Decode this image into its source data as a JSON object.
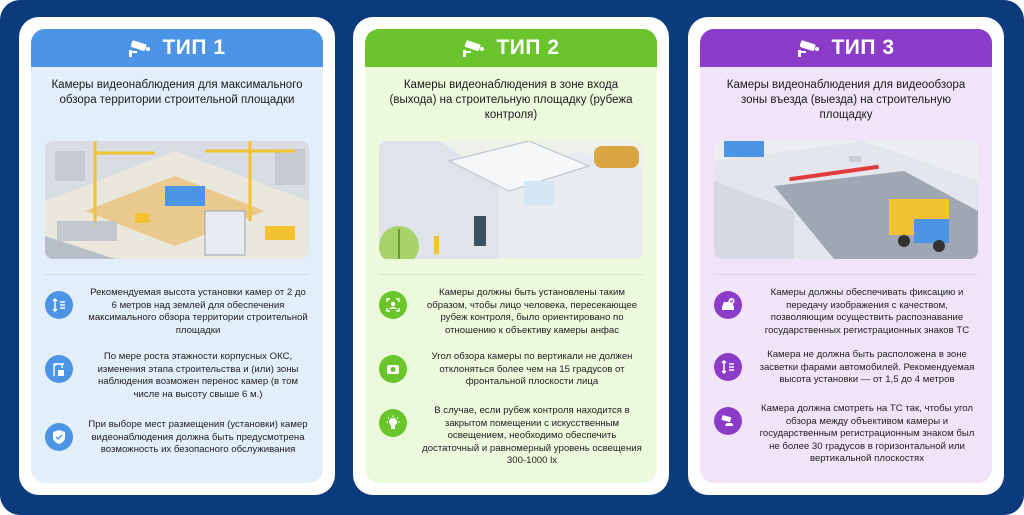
{
  "colors": {
    "frame": "#0c3b7d",
    "type1": "#4b94e6",
    "type2": "#6ac42b",
    "type3": "#8b3cc9"
  },
  "cards": [
    {
      "title": "ТИП 1",
      "subtitle": "Камеры видеонаблюдения для максимального обзора территории строительной площадки",
      "items": [
        {
          "icon": "height-arrows-icon",
          "text": "Рекомендуемая высота установки камер от 2 до 6 метров над землей для обеспечения максимального обзора территории строительной площадки"
        },
        {
          "icon": "crane-building-icon",
          "text": "По мере роста этажности корпусных ОКС, изменения этапа строительства и (или) зоны наблюдения возможен перенос камер (в том числе на высоту свыше 6 м.)"
        },
        {
          "icon": "shield-check-icon",
          "text": "При выборе мест размещения (установки) камер видеонаблюдения должна быть предусмотрена возможность их безопасного обслуживания"
        }
      ]
    },
    {
      "title": "ТИП 2",
      "subtitle": "Камеры видеонаблюдения в зоне входа (выхода) на строительную площадку (рубежа контроля)",
      "items": [
        {
          "icon": "face-scan-icon",
          "text": "Камеры должны быть установлены таким образом, чтобы лицо человека, пересекающее рубеж контроля, было ориентировано по отношению к объективу камеры анфас"
        },
        {
          "icon": "camera-angle-icon",
          "text": "Угол обзора камеры по вертикали не должен отклоняться более чем на 15 градусов от фронтальной плоскости лица"
        },
        {
          "icon": "light-bulb-icon",
          "text": "В случае, если рубеж контроля находится в закрытом помещении с искусственным освещением, необходимо обеспечить достаточный  и равномерный уровень освещения 300-1000 lx"
        }
      ]
    },
    {
      "title": "ТИП 3",
      "subtitle": "Камеры видеонаблюдения для видеообзора зоны въезда (выезда) на строительную площадку",
      "items": [
        {
          "icon": "car-check-icon",
          "text": "Камеры должны обеспечивать фиксацию и передачу изображения с качеством, позволяющим осуществить распознавание государственных регистрационных знаков ТС"
        },
        {
          "icon": "height-arrows-icon",
          "text": "Камера не должна быть расположена в зоне засветки фарами автомобилей. Рекомендуемая высота установки — от 1,5 до 4 метров"
        },
        {
          "icon": "camera-car-icon",
          "text": "Камера должна смотреть на ТС так, чтобы угол обзора между объективом камеры и государственным регистрационным знаком был не более 30 градусов в горизонтальной или вертикальной плоскостях"
        }
      ]
    }
  ]
}
